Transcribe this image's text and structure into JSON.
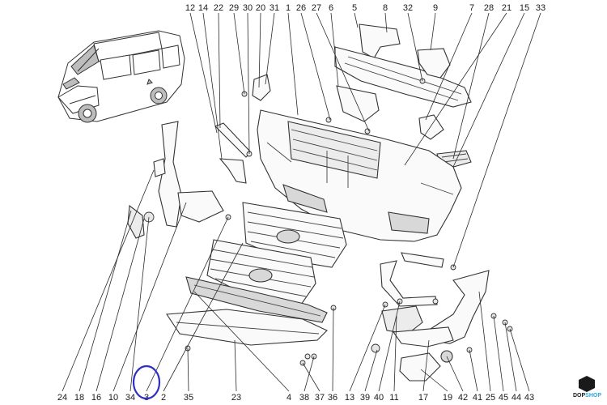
{
  "diagram": {
    "top_callouts": [
      "12",
      "14",
      "22",
      "29",
      "30",
      "20",
      "31",
      "1",
      "26",
      "27",
      "6",
      "5",
      "8",
      "32",
      "9",
      "7",
      "28",
      "21",
      "15",
      "33"
    ],
    "bottom_callouts": [
      "24",
      "18",
      "16",
      "10",
      "34",
      "3",
      "2",
      "35",
      "23",
      "4",
      "38",
      "37",
      "36",
      "13",
      "39",
      "40",
      "11",
      "17",
      "19",
      "42",
      "41",
      "25",
      "45",
      "44",
      "43"
    ],
    "highlighted_callout": "3",
    "highlight_color": "#2f2fc4",
    "line_color": "#2b2b2b"
  },
  "brand": {
    "logo_text_dark": "DOP",
    "logo_text_light": "SHOP",
    "accent": "#2aa8d8"
  }
}
